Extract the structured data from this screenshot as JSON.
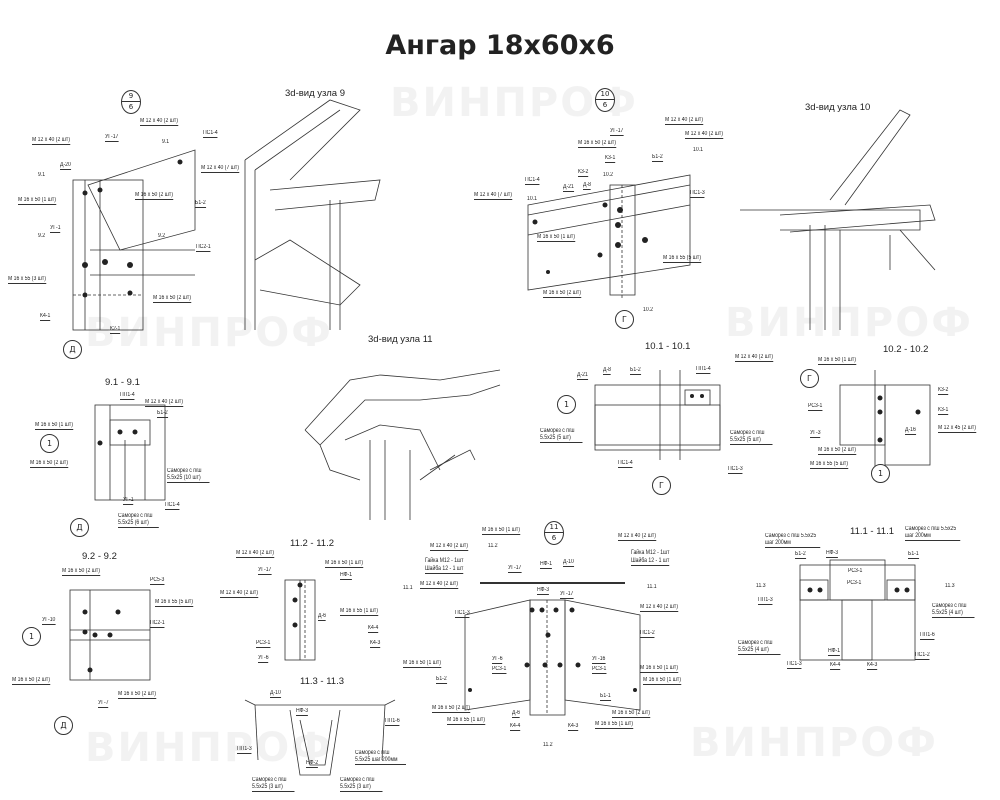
{
  "title": "Ангар  18х60х6",
  "watermark": "ВИНПРОФ",
  "sections": {
    "s3d9": "3d-вид узла 9",
    "s3d10": "3d-вид узла 10",
    "s3d11": "3d-вид узла 11",
    "s91": "9.1 - 9.1",
    "s92": "9.2 - 9.2",
    "s101": "10.1 - 10.1",
    "s102": "10.2 - 10.2",
    "s112": "11.2 - 11.2",
    "s113": "11.3 - 11.3",
    "s111": "11.1 - 11.1"
  },
  "markers": {
    "n9": {
      "top": "9",
      "bottom": "6"
    },
    "n10": {
      "top": "10",
      "bottom": "6"
    },
    "n11": {
      "top": "11",
      "bottom": "6"
    },
    "axis_d": "Д",
    "axis_g": "Г",
    "axis_1": "1"
  },
  "labels": {
    "v9": [
      "М 12 х 40 (2 шт)",
      "УГ-17",
      "М 12 х 40 (2 шт)",
      "ПС1-4",
      "9.1",
      "М 12 х 40 (7 шт)",
      "Д-20",
      "9.1",
      "М 16 х 50 (1 шт)",
      "М 16 х 50 (2 шт)",
      "Б1-2",
      "УГ-1",
      "9.2",
      "9.2",
      "ПС2-1",
      "М 16 х 55 (3 шт)",
      "М 16 х 50 (2 шт)",
      "К4-1",
      "К2-1"
    ],
    "v10": [
      "УГ-17",
      "М 12 х 40 (2 шт)",
      "М 16 х 50 (2 шт)",
      "М 12 х 40 (2 шт)",
      "К3-1",
      "Б1-2",
      "10.1",
      "К3-2",
      "10.2",
      "ПС1-3",
      "ПС1-4",
      "Д-21",
      "Д-8",
      "М 12 х 40 (7 шт)",
      "10.1",
      "М 16 х 50 (1 шт)",
      "М 16 х 55 (5 шт)",
      "М 16 х 50 (2 шт)",
      "10.2"
    ],
    "v91": [
      "ПП1-4",
      "М 12 х 40 (2 шт)",
      "Б1-2",
      "М 16 х 50 (1 шт)",
      "М 16 х 50 (2 шт)",
      "Саморез с п/ш 5.5х25 (10 шт)",
      "УГ-1",
      "ПС1-4",
      "Саморез с п/ш 5.5х25 (6 шт)"
    ],
    "v101": [
      "Д-21",
      "Д-8",
      "Б1-2",
      "ПП1-4",
      "М 12 х 40 (2 шт)",
      "Саморез с п/ш 5.5х25 (5 шт)",
      "Саморез с п/ш 5.5х25 (5 шт)",
      "ПС1-4",
      "ПС1-3"
    ],
    "v102": [
      "М 16 х 50 (1 шт)",
      "К3-2",
      "РС3-1",
      "К3-1",
      "УГ-3",
      "Д-16",
      "М 12 х 45 (2 шт)",
      "М 16 х 50 (2 шт)",
      "М 16 х 55 (5 шт)"
    ],
    "v92": [
      "М 16 х 50 (2 шт)",
      "РС5-3",
      "М 16 х 55 (5 шт)",
      "УГ-10",
      "ПС2-1",
      "М 16 х 50 (2 шт)",
      "М 16 х 50 (2 шт)",
      "УГ-7"
    ],
    "v112": [
      "М 12 х 40 (2 шт)",
      "УГ-17",
      "М 16 х 50 (1 шт)",
      "НФ-1",
      "М 12 х 40 (2 шт)",
      "Д-6",
      "М 16 х 55 (1 шт)",
      "К4-4",
      "РС3-1",
      "К4-3",
      "УГ-6"
    ],
    "v113": [
      "Д-10",
      "НФ-3",
      "ПП1-6",
      "НФ-2",
      "ПП1-3",
      "Саморез с п/ш 5.5х25 шаг 200мм",
      "Саморез с п/ш 5.5х25 (3 шт)",
      "Саморез с п/ш 5.5х25 (3 шт)"
    ],
    "v11": [
      "М 16 х 50 (1 шт)",
      "М 12 х 40 (2 шт)",
      "11.2",
      "Гайка М12 - 1шт",
      "Шайба 12 - 1 шт",
      "УГ-17",
      "Д-10",
      "НФ-1",
      "Гайка М12 - 1шт",
      "Шайба 12 - 1 шт",
      "11.1",
      "М 12 х 40 (2 шт)",
      "НФ-3",
      "УГ-17",
      "11.1",
      "М 12 х 40 (2 шт)",
      "М 12 х 40 (2 шт)",
      "ПС1-3",
      "ПС1-2",
      "М 16 х 50 (1 шт)",
      "УГ-6",
      "РС3-1",
      "УГ-16",
      "РС3-1",
      "М 16 х 50 (1 шт)",
      "Б1-2",
      "М 16 х 50 (1 шт)",
      "Б1-1",
      "М 16 х 50 (2 шт)",
      "Д-6",
      "М 16 х 50 (2 шт)",
      "М 16 х 55 (1 шт)",
      "К4-4",
      "К4-3",
      "М 16 х 55 (1 шт)",
      "11.2"
    ],
    "v111": [
      "Саморез с п/ш 5.5х25 шаг 200мм",
      "Саморез с п/ш 5.5х25 шаг 200мм",
      "НФ-3",
      "Б1-2",
      "Б1-1",
      "РС3-1",
      "РС3-1",
      "11.3",
      "11.3",
      "ПП1-3",
      "Саморез с п/ш 5.5х25 (4 шт)",
      "ПП1-6",
      "Саморез с п/ш 5.5х25 (4 шт)",
      "НФ-1",
      "ПС1-3",
      "К4-4",
      "К4-3",
      "ПС1-2"
    ]
  }
}
